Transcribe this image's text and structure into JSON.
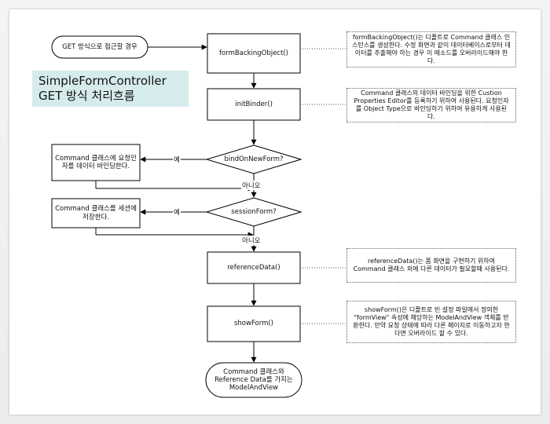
{
  "title": {
    "line1": "SimpleFormController",
    "line2": "GET 방식 처리흐름"
  },
  "nodes": {
    "start": "GET 방식으로 접근할 경우",
    "formBackingObject": "formBackingObject()",
    "initBinder": "initBinder()",
    "bindOnNewForm": "bindOnNewForm?",
    "sessionForm": "sessionForm?",
    "referenceData": "referenceData()",
    "showForm": "showForm()",
    "end": "Command 클래스와 Reference Data를 가지는 ModelAndView",
    "bindBox": "Command 클래스에 요청인자를 데이터 바인딩한다.",
    "sessionBox": "Command 클래스를 세션에 저장한다."
  },
  "edge_labels": {
    "yes1": "예",
    "no1": "아니오",
    "yes2": "예",
    "no2": "아니오"
  },
  "notes": {
    "formBackingObject": "formBackingObject()는 디폴트로 Command 클래스 인스턴스를 생성한다. 수정 화면과 같이 데이터베이스로부터 데이터를 추출해야 하는 경우 이 메소드를 오버라이드해야 한다.",
    "initBinder": "Command 클래스의 데이터 바인딩을 위한 Custion Properties Editor를 등록하기 위하여 사용된다. 요청인자를 Object Type으로 바인딩하기 위하여 유용하게 사용된다.",
    "referenceData": "referenceData()는 폼 화면을 구현하기 위하여 Command 클래스 외에 다른 데이터가 필요할때 사용된다.",
    "showForm": "showForm()은 디폴트로 빈 설정 파일에서 정의한 \"formView\" 속성에 해당하는 ModelAndView 객체를 반환한다. 만약 요청 상태에 따라 다른 페이지로 이동하고자 한다면 오버라이드 할 수 있다."
  }
}
